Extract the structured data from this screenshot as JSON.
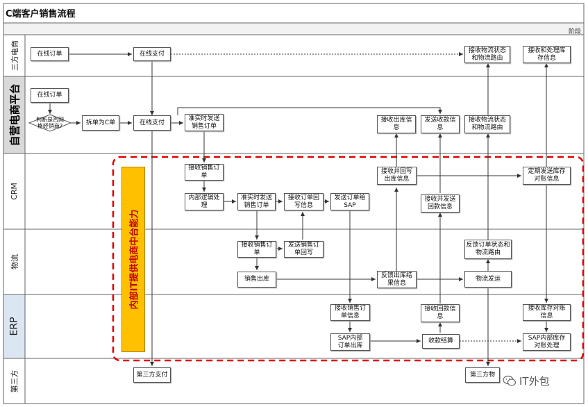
{
  "title": "C端客户销售流程",
  "phase_label": "阶段",
  "lanes": [
    "三方电商",
    "自营电商平台",
    "CRM",
    "物流",
    "ERP",
    "第三方"
  ],
  "banner": "内部IT提供电商中台能力",
  "boxes": {
    "b1": "在线订单",
    "b2": "在线支付",
    "b3": "接收物流状态\n和物流路由",
    "b4": "接收和处理库\n存信息",
    "b5": "在线订单",
    "b7": "拆单为C单",
    "b8": "在线支付",
    "b9": "准实时发送\n销售订单",
    "b10": "接收出库信\n息",
    "b11": "发送收款信\n息",
    "b12": "接收物流状态\n和物流路由",
    "b13": "接收销售订\n单",
    "b14": "内部逻辑处\n理",
    "b15": "准实时发送\n销售订单",
    "b16": "接收订单回\n写信息",
    "b17": "发送订单给\nSAP",
    "b18": "接收并回写\n出库信息",
    "b19": "接收并发送\n回款信息",
    "b20": "定期发送库存\n对账信息",
    "b21": "接收销售订\n单",
    "b22": "发送销售订\n单回写",
    "b23": "销售出库",
    "b24": "反馈出库结\n果信息",
    "b25": "反馈订单状态和\n物流路由",
    "b26": "物流发运",
    "b27": "接收销售订\n单信息",
    "b28": "接收回款信\n息",
    "b29": "接收库存对账\n信息",
    "b30": "SAP内部\n订单出库",
    "b31": "收款结算",
    "b32": "SAP内部库存\n对账处理",
    "b33": "第三方支付",
    "b34": "第三方物"
  },
  "gateway": "判断是否网\n格经销商?",
  "watermark": "IT外包",
  "colors": {
    "banner": "#ffc000",
    "banner_text": "#c00000",
    "dash_frame": "#e00000"
  }
}
